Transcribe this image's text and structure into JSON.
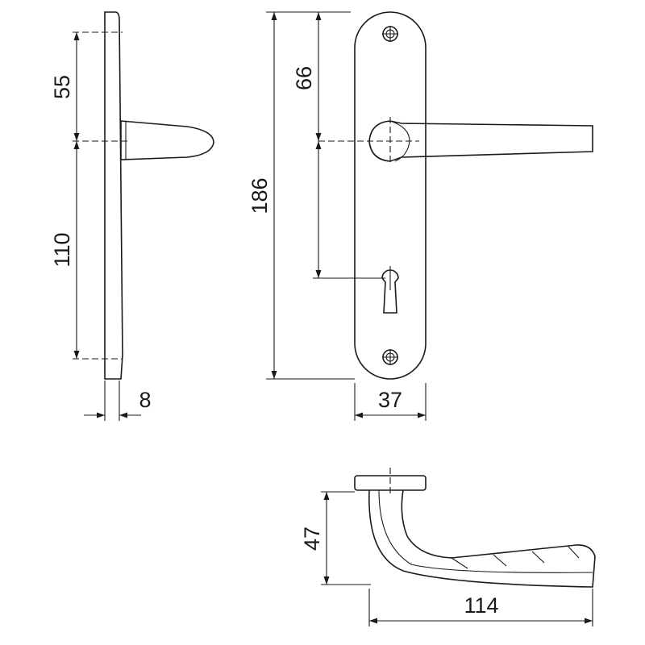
{
  "drawing": {
    "side_view": {
      "dim_top": "55",
      "dim_bottom": "110",
      "dim_thickness": "8"
    },
    "front_view": {
      "dim_height": "186",
      "dim_handle_offset": "66",
      "dim_width": "37"
    },
    "top_view": {
      "dim_projection": "47",
      "dim_length": "114"
    }
  }
}
